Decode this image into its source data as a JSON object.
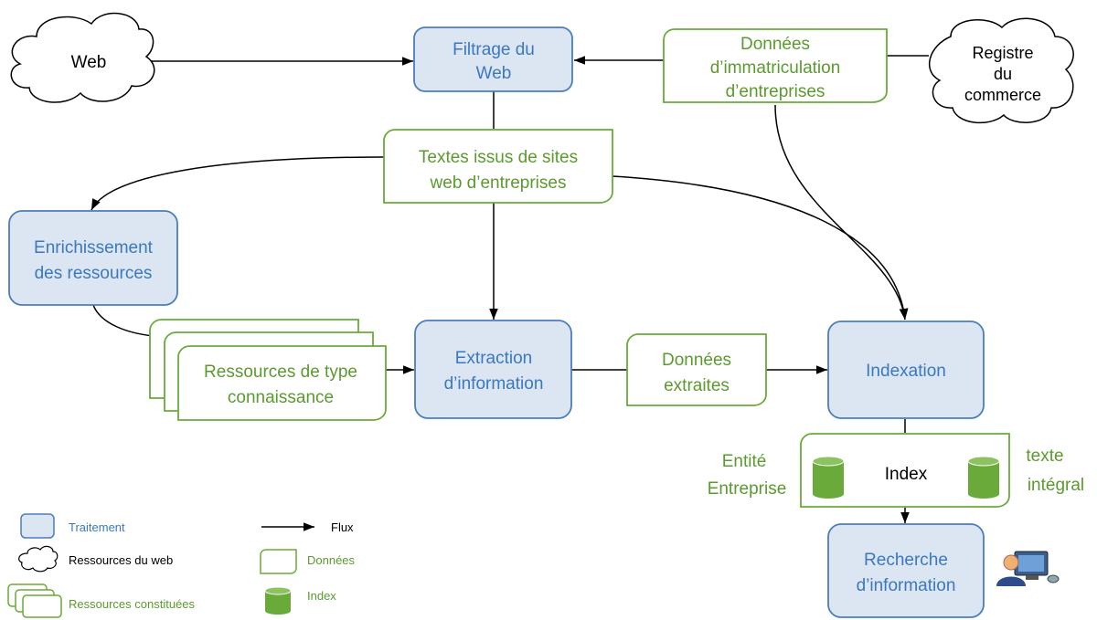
{
  "nodes": {
    "web": "Web",
    "registre": [
      "Registre",
      "du",
      "commerce"
    ],
    "filtrage": [
      "Filtrage du",
      "Web"
    ],
    "immatriculation": [
      "Données",
      "d’immatriculation",
      "d’entreprises"
    ],
    "textes": [
      "Textes issus de sites",
      "web d’entreprises"
    ],
    "enrichissement": [
      "Enrichissement",
      "des ressources"
    ],
    "ressources": [
      "Ressources de type",
      "connaissance"
    ],
    "extraction": [
      "Extraction",
      "d’information"
    ],
    "donnees_extraites": [
      "Données",
      "extraites"
    ],
    "indexation": "Indexation",
    "index": "Index",
    "entite": [
      "Entité",
      "Entreprise"
    ],
    "texte_integral": [
      "texte",
      "intégral"
    ],
    "recherche": [
      "Recherche",
      "d’information"
    ]
  },
  "legend": {
    "traitement": "Traitement",
    "ressources_web": "Ressources du web",
    "ressources_constituees": "Ressources constituées",
    "flux": "Flux",
    "donnees": "Données",
    "index": "Index"
  },
  "colors": {
    "process_fill": "#dce6f2",
    "process_stroke": "#4a7ebb",
    "process_text": "#3a78c0",
    "data_stroke": "#6aaa3a",
    "data_text": "#5b9a2e",
    "index_fill": "#6aaa3a"
  }
}
